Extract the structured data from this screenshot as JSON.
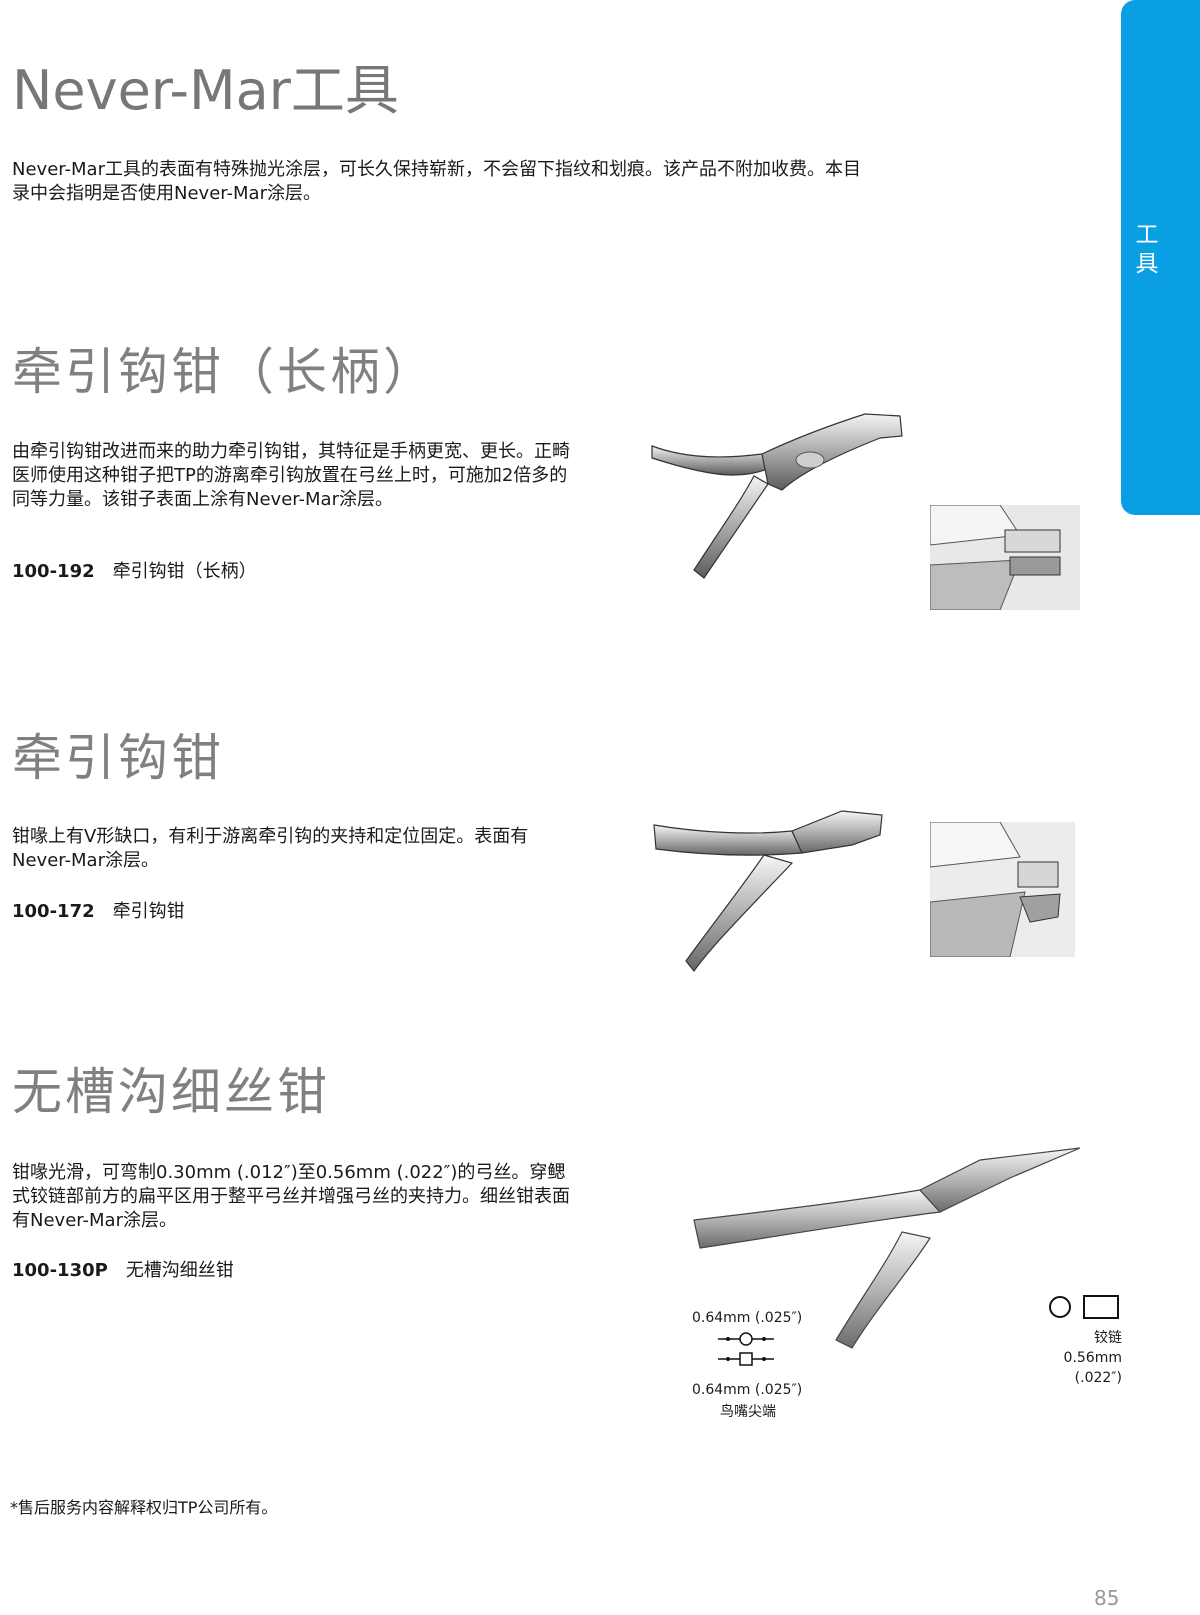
{
  "page": {
    "title": "Never-Mar工具",
    "intro": "Never-Mar工具的表面有特殊抛光涂层，可长久保持崭新，不会留下指纹和划痕。该产品不附加收费。本目录中会指明是否使用Never-Mar涂层。",
    "side_tab": "工具",
    "footnote": "*售后服务内容解释权归TP公司所有。",
    "page_number": "85",
    "accent_color": "#0a9ee2"
  },
  "sections": [
    {
      "title": "牵引钩钳（长柄）",
      "description": "由牵引钩钳改进而来的助力牵引钩钳，其特征是手柄更宽、更长。正畸医师使用这种钳子把TP的游离牵引钩放置在弓丝上时，可施加2倍多的同等力量。该钳子表面上涂有Never-Mar涂层。",
      "product_code": "100-192",
      "product_name": "牵引钩钳（长柄）"
    },
    {
      "title": "牵引钩钳",
      "description": "钳喙上有V形缺口，有利于游离牵引钩的夹持和定位固定。表面有Never-Mar涂层。",
      "product_code": "100-172",
      "product_name": "牵引钩钳"
    },
    {
      "title": "无槽沟细丝钳",
      "description": "钳喙光滑，可弯制0.30mm (.012″)至0.56mm (.022″)的弓丝。穿鳃式铰链部前方的扁平区用于整平弓丝并增强弓丝的夹持力。细丝钳表面有Never-Mar涂层。",
      "product_code": "100-130P",
      "product_name": "无槽沟细丝钳",
      "specs": {
        "tip_top": "0.64mm (.025″)",
        "tip_bottom": "0.64mm (.025″)",
        "tip_label": "鸟嘴尖端",
        "hinge_label": "铰链0.56mm",
        "hinge_value": "(.022″)"
      }
    }
  ]
}
